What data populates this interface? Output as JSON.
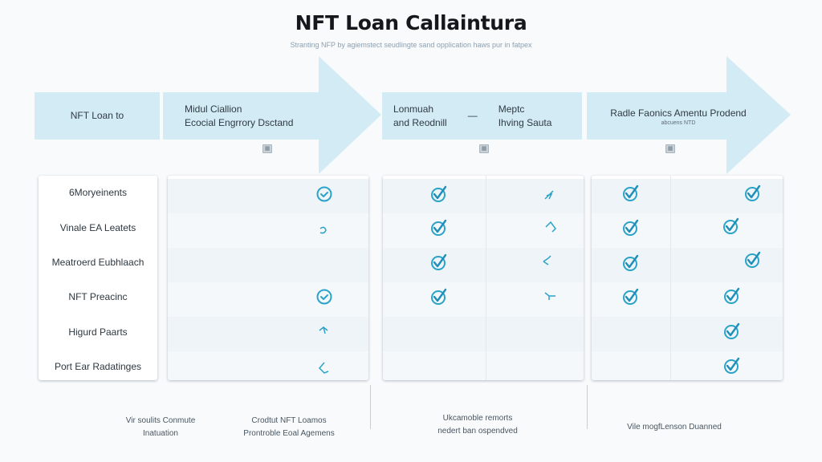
{
  "header": {
    "title": "NFT Loan Callaintura",
    "subtitle": "Stranting NFP by agiemstect seudlingte sand opplication haws pur in fatpex"
  },
  "banner": {
    "stages": [
      {
        "label": "NFT Loan to"
      },
      {
        "line1": "Midul Ciallion",
        "line2": "Ecocial Engrrory Dsctand",
        "icon": "document-icon"
      },
      {
        "left_line1": "Lonmuah",
        "left_line2": "and Reodnill",
        "separator": "—",
        "right_line1": "Meptc",
        "right_line2": "Ihving Sauta",
        "icon": "document-icon"
      },
      {
        "line1": "Radle Faonics Amentu Prodend",
        "subline": "abcuens NTD",
        "icon": "document-icon"
      }
    ]
  },
  "table": {
    "rows": [
      {
        "label": "6Moryeinents"
      },
      {
        "label": "Vinale EA Leatets"
      },
      {
        "label": "Meatroerd Eubhlaach"
      },
      {
        "label": "NFT Preacinc"
      },
      {
        "label": "Higurd Paarts"
      },
      {
        "label": "Port Ear Radatinges"
      }
    ],
    "columns": [
      {
        "id": "c1",
        "cells": [
          "check-circle",
          "partial",
          "",
          "check-circle",
          "partial",
          "partial"
        ]
      },
      {
        "id": "c2a",
        "cells": [
          "check",
          "check",
          "check",
          "check",
          "",
          ""
        ]
      },
      {
        "id": "c2b",
        "cells": [
          "partial",
          "partial",
          "partial",
          "partial",
          "",
          ""
        ]
      },
      {
        "id": "c3a",
        "cells": [
          "check",
          "check",
          "check",
          "check",
          "",
          ""
        ]
      },
      {
        "id": "c3b",
        "cells": [
          "check",
          "check",
          "check",
          "check",
          "check",
          "check"
        ]
      }
    ],
    "accent_color": "#2aa3c9"
  },
  "footer": {
    "notes": [
      {
        "line1": "Vir soulits Conmute",
        "line2": "Inatuation"
      },
      {
        "line1": "Crodtut NFT Loamos",
        "line2": "Prontroble Eoal Agemens"
      },
      {
        "line1": "Ukcamoble remorts",
        "line2": "nedert ban ospendved"
      },
      {
        "line1": "Vile mogfLenson Duanned"
      }
    ]
  }
}
